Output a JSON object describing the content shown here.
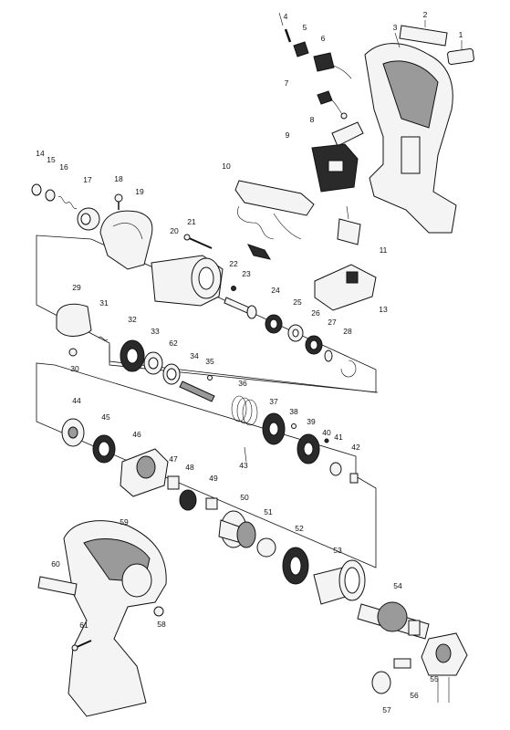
{
  "diagram": {
    "part_numbers": [
      "1",
      "2",
      "3",
      "4",
      "5",
      "6",
      "7",
      "8",
      "9",
      "10",
      "11",
      "13",
      "14",
      "15",
      "16",
      "17",
      "18",
      "19",
      "20",
      "21",
      "22",
      "23",
      "24",
      "25",
      "26",
      "27",
      "28",
      "29",
      "30",
      "31",
      "32",
      "33",
      "34",
      "35",
      "36",
      "37",
      "38",
      "39",
      "40",
      "41",
      "42",
      "43",
      "44",
      "45",
      "46",
      "47",
      "48",
      "49",
      "50",
      "51",
      "52",
      "53",
      "54",
      "55",
      "56",
      "57",
      "58",
      "59",
      "60",
      "61",
      "62"
    ]
  }
}
